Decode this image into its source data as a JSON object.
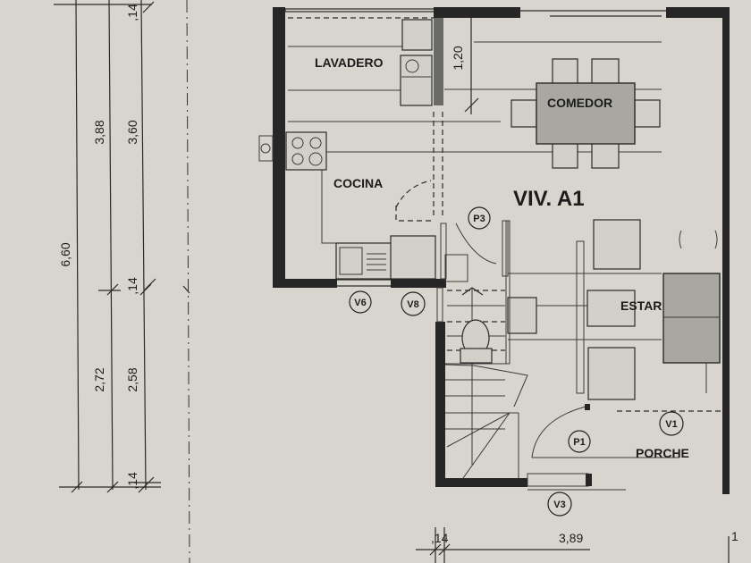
{
  "plan": {
    "unit_label": "VIV. A1",
    "rooms": {
      "lavadero": "LAVADERO",
      "comedor": "COMEDOR",
      "cocina": "COCINA",
      "estar": "ESTAR",
      "porche": "PORCHE"
    },
    "openings": {
      "p3": "P3",
      "v6": "V6",
      "v8": "V8",
      "v1": "V1",
      "p1": "P1",
      "v3": "V3"
    },
    "dimensions": {
      "total_height": "6,60",
      "upper_outer": "3,88",
      "upper_inner": "3,60",
      "lower_outer": "2,72",
      "lower_inner": "2,58",
      "wall_top": ",14",
      "wall_mid": ",14",
      "wall_bottom": ",14",
      "lavadero_depth": "1,20",
      "bottom_wall": ",14",
      "bottom_width": "3,89",
      "bottom_right": "1"
    }
  }
}
